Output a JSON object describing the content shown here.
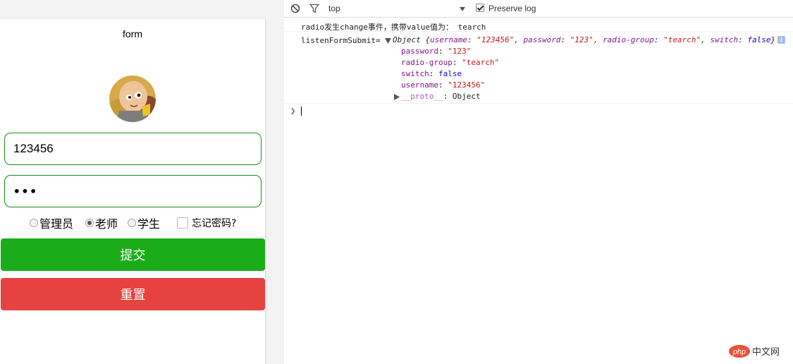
{
  "simulator": {
    "nav_title": "form",
    "username_value": "123456",
    "password_value": "•••",
    "radios": [
      {
        "label": "管理员",
        "checked": false
      },
      {
        "label": "老师",
        "checked": true
      },
      {
        "label": "学生",
        "checked": false
      }
    ],
    "remember_label": "忘记密码?",
    "remember_checked": false,
    "submit_label": "提交",
    "reset_label": "重置",
    "colors": {
      "submit": "#1aad19",
      "reset": "#e64340",
      "field_border": "#1a8a1a"
    }
  },
  "devtools": {
    "toolbar": {
      "context": "top",
      "preserve_log_label": "Preserve log",
      "preserve_log_checked": true
    },
    "logs": {
      "line1": "radio发生change事件，携带value值为： tearch",
      "line2_label": "listenFormSubmit=",
      "obj_prefix": "Object {",
      "obj_suffix": "}",
      "summary": [
        {
          "key": "username",
          "value": "\"123456\"",
          "type": "string"
        },
        {
          "key": "password",
          "value": "\"123\"",
          "type": "string"
        },
        {
          "key": "radio-group",
          "value": "\"tearch\"",
          "type": "string"
        },
        {
          "key": "switch",
          "value": "false",
          "type": "bool"
        }
      ],
      "props": [
        {
          "key": "password",
          "value": "\"123\"",
          "type": "string"
        },
        {
          "key": "radio-group",
          "value": "\"tearch\"",
          "type": "string"
        },
        {
          "key": "switch",
          "value": "false",
          "type": "bool"
        },
        {
          "key": "username",
          "value": "\"123456\"",
          "type": "string"
        }
      ],
      "proto_key": "__proto__",
      "proto_value": "Object"
    }
  },
  "watermark": {
    "logo_text": "php",
    "site_text": "中文网"
  }
}
